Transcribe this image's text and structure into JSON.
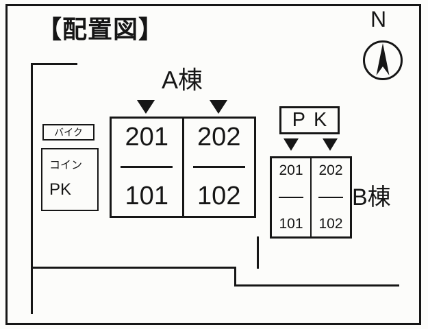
{
  "title": "【配置図】",
  "compass": {
    "label": "N"
  },
  "buildings": {
    "a": {
      "label": "A棟",
      "units": [
        {
          "upper": "201",
          "lower": "101"
        },
        {
          "upper": "202",
          "lower": "102"
        }
      ]
    },
    "b": {
      "label": "B棟",
      "units": [
        {
          "upper": "201",
          "lower": "101"
        },
        {
          "upper": "202",
          "lower": "102"
        }
      ]
    }
  },
  "parking": {
    "bike_label": "バイク",
    "coin_line1": "コイン",
    "coin_line2": "PK",
    "pk_label": "PK"
  }
}
